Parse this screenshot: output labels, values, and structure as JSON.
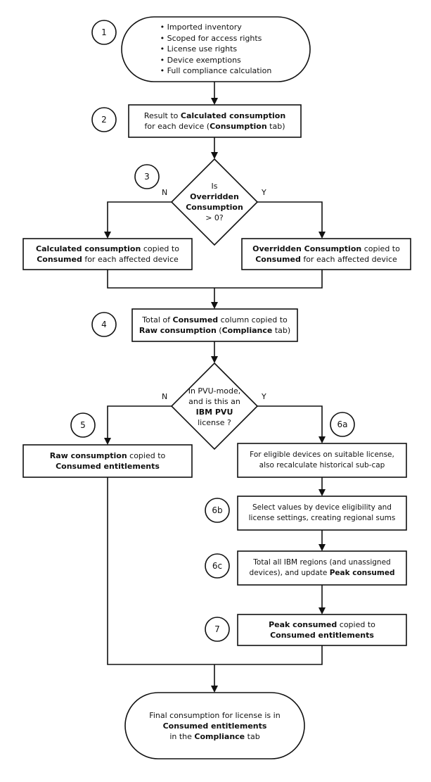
{
  "steps": {
    "s1": "1",
    "s2": "2",
    "s3": "3",
    "s4": "4",
    "s5": "5",
    "s6a": "6a",
    "s6b": "6b",
    "s6c": "6c",
    "s7": "7"
  },
  "start": {
    "items": [
      "• Imported inventory",
      "• Scoped for access rights",
      "• License use rights",
      "• Device exemptions",
      "• Full compliance calculation"
    ]
  },
  "box2": {
    "a": "Result to ",
    "b": "Calculated consumption",
    "c": "for each device (",
    "d": "Consumption",
    "e": " tab)"
  },
  "decision1": {
    "a": "Is",
    "b": "Overridden",
    "c": "Consumption",
    "d": "> 0?",
    "no": "N",
    "yes": "Y"
  },
  "box_left1": {
    "a": "Calculated consumption",
    "b": " copied to",
    "c": "Consumed",
    "d": " for each affected device"
  },
  "box_right1": {
    "a": "Overridden Consumption",
    "b": " copied to",
    "c": "Consumed",
    "d": " for each affected device"
  },
  "box4": {
    "a": "Total of ",
    "b": "Consumed",
    "c": " column copied to",
    "d": "Raw consumption",
    "e": " (",
    "f": "Compliance",
    "g": " tab)"
  },
  "decision2": {
    "a": "In PVU-mode,",
    "b": "and is this an",
    "c": "IBM PVU",
    "d": "license ?",
    "no": "N",
    "yes": "Y"
  },
  "box5": {
    "a": "Raw consumption",
    "b": " copied to",
    "c": "Consumed entitlements"
  },
  "box6a": {
    "a": "For eligible devices on suitable license,",
    "b": "also recalculate historical sub-cap"
  },
  "box6b": {
    "a": "Select values by device eligibility and",
    "b": "license settings, creating regional sums"
  },
  "box6c": {
    "a": "Total all IBM regions (and unassigned",
    "b": "devices), and update ",
    "c": "Peak consumed"
  },
  "box7": {
    "a": "Peak consumed",
    "b": " copied to",
    "c": "Consumed entitlements"
  },
  "end": {
    "a": "Final consumption for license is in",
    "b": "Consumed entitlements",
    "c": "in the ",
    "d": "Compliance",
    "e": " tab"
  }
}
